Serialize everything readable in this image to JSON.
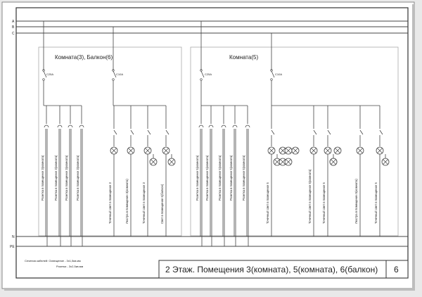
{
  "buses": [
    "A",
    "B",
    "C"
  ],
  "neutral_label": "N",
  "pe_label": "PE",
  "left_panel": {
    "title": "Комната(3), Балкон(6)",
    "breaker_socket": "C25A",
    "breaker_light": "C10A",
    "sockets": [
      "Розетка в помещении 3(комната)",
      "Розетка в помещении 3(комната)",
      "Розетка в помещении 3(комната)",
      "Розетка в помещении 3(комната)"
    ],
    "lights": [
      "Точечный свет в помещении 3",
      "Люстра в помещении 3(комната)",
      "Точечный свет в помещении 3",
      "Свет в помещении 6(балкон)"
    ]
  },
  "right_panel": {
    "title": "Комната(5)",
    "breaker_socket": "C25A",
    "breaker_light": "C10A",
    "sockets": [
      "Розетка в помещении 5(комната)",
      "Розетка в помещении 5(комната)",
      "Розетка в помещении 5(комната)",
      "Розетка в помещении 5(комната)",
      "Розетка в помещении 5(комната)"
    ],
    "lights": [
      "Точечный свет в помещении 5",
      "Точечный свет в помещении 5(комната)",
      "Точечный свет в помещении 5",
      "Люстра в помещении 5(комната)",
      "Точечный свет в помещении 5"
    ]
  },
  "cable_notes": {
    "line1": "Сечения кабелей: Освещение - 3х1,5кв.мм",
    "line2": "Розетки - 3х2,5кв.мм"
  },
  "title_block": {
    "title": "2 Этаж. Помещения 3(комната), 5(комната), 6(балкон)",
    "sheet_number": "6"
  }
}
